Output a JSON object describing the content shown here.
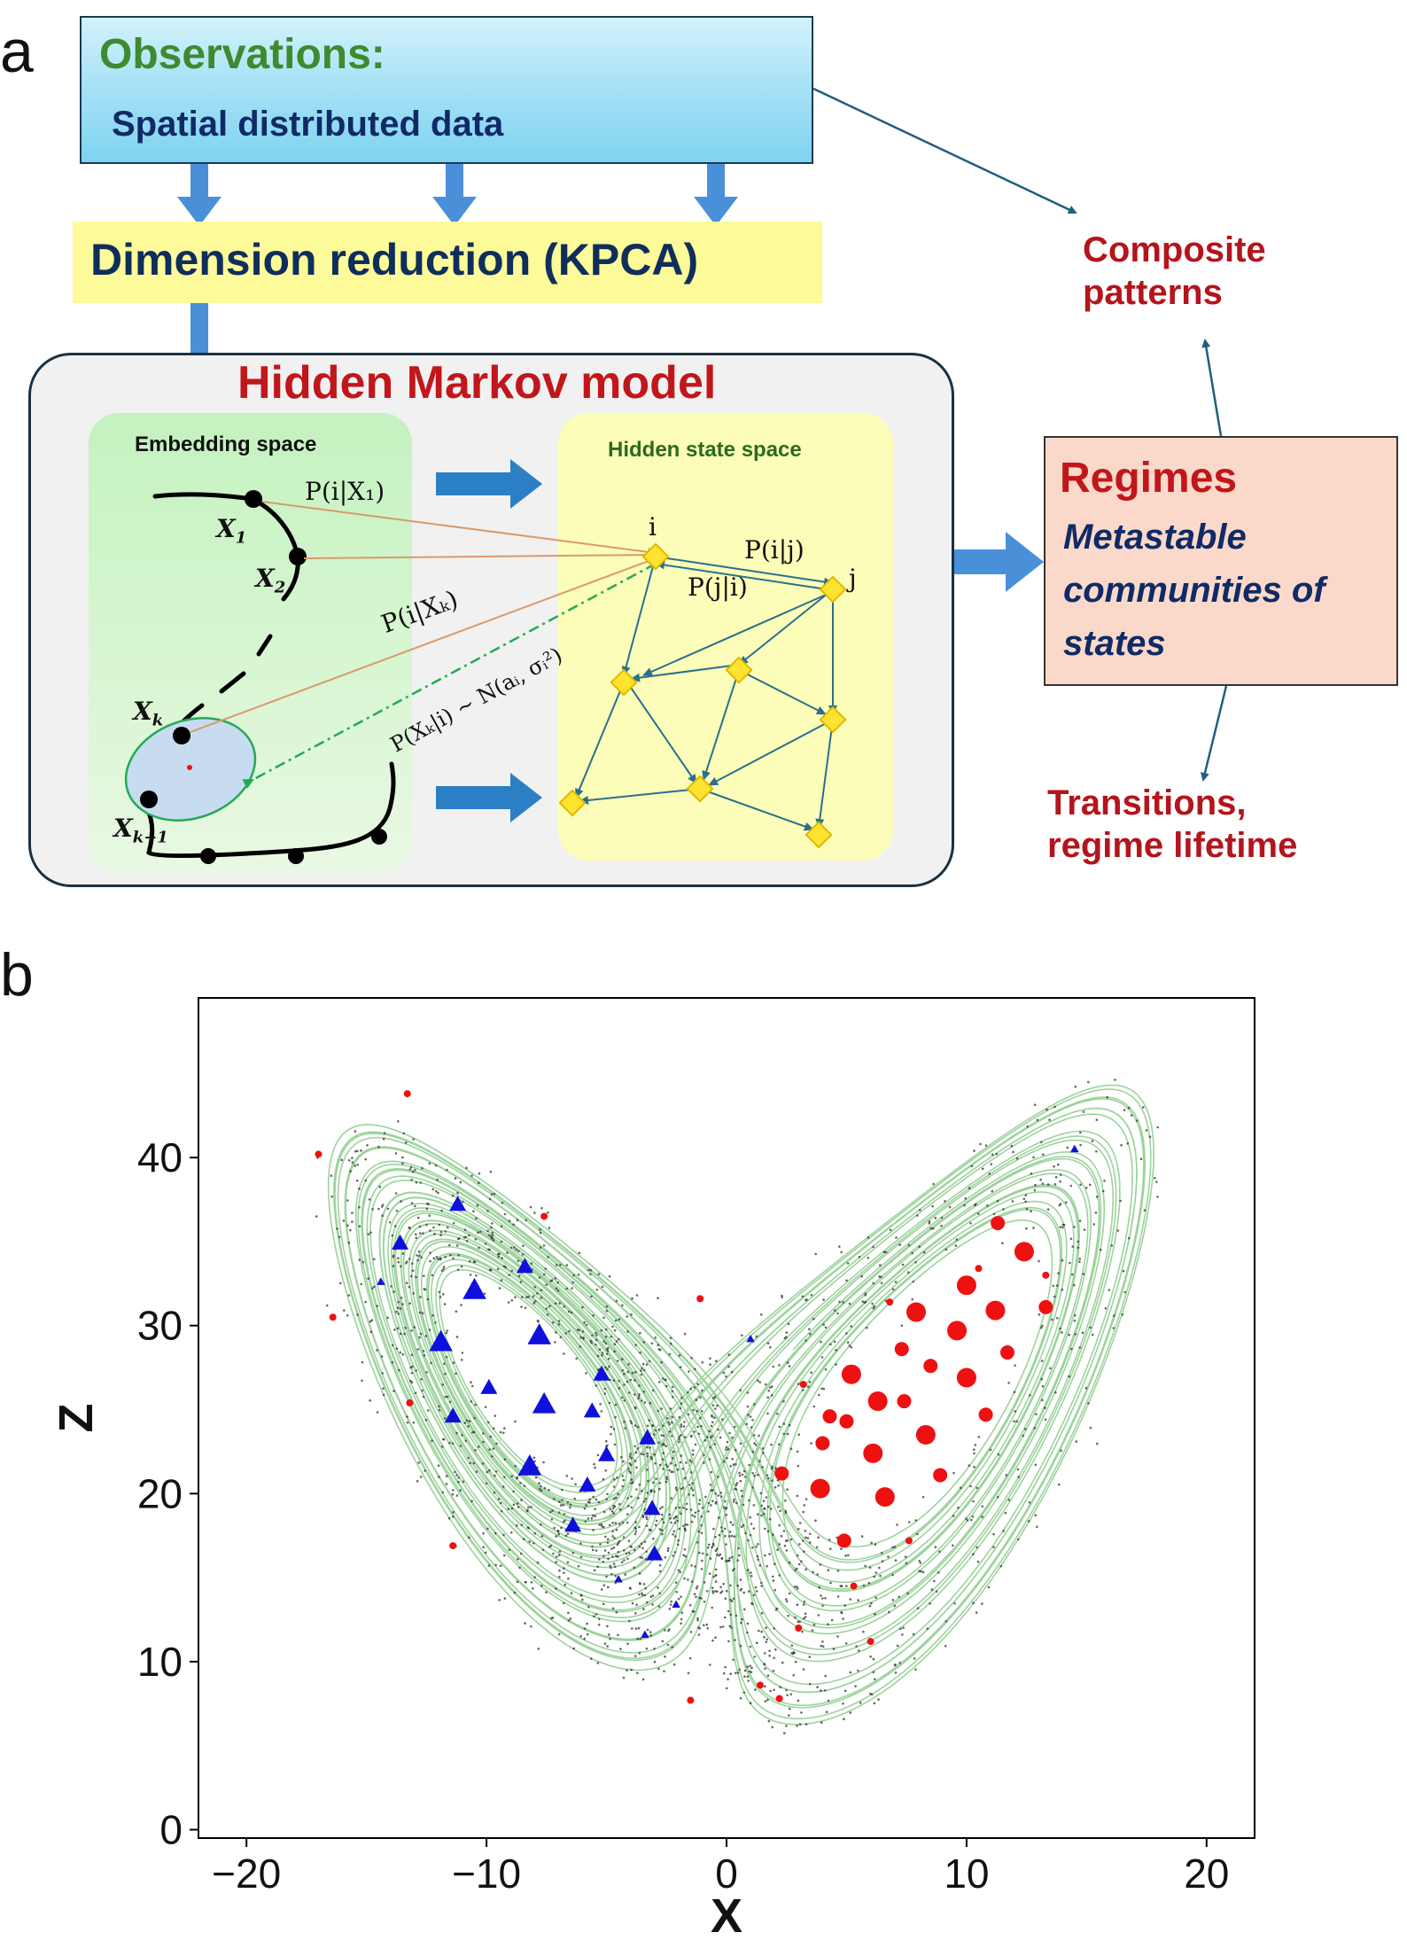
{
  "panel_a": {
    "letter": "a",
    "observations": {
      "title": "Observations:",
      "subtitle": "Spatial distributed data"
    },
    "dimension_reduction": "Dimension reduction (KPCA)",
    "hmm": {
      "title": "Hidden Markov model",
      "embedding_label": "Embedding space",
      "hidden_label": "Hidden state space",
      "x1": "X",
      "x1_sub": "1",
      "x2": "X",
      "x2_sub": "2",
      "xk": "X",
      "xk_sub": "k",
      "xk1": "X",
      "xk1_sub": "k+1",
      "p_i_x1": "P(i|X₁)",
      "p_i_xk": "P(i|Xₖ)",
      "p_xk_i": "P(Xₖ|i) ~ N(aᵢ, σᵢ²)",
      "node_i": "i",
      "node_j": "j",
      "p_i_j": "P(i|j)",
      "p_j_i": "P(j|i)"
    },
    "regimes": {
      "title": "Regimes",
      "lines": [
        "Metastable",
        "communities of",
        "states"
      ]
    },
    "composite": [
      "Composite",
      "patterns"
    ],
    "transitions": [
      "Transitions,",
      "regime lifetime"
    ],
    "colors": {
      "obs_title": "#3e8b2f",
      "navy": "#102a66",
      "red": "#c1161b",
      "arrow_blue": "#4a90d9"
    }
  },
  "panel_b": {
    "letter": "b",
    "chart_data": {
      "type": "scatter",
      "xlabel": "X",
      "ylabel": "Z",
      "xlim": [
        -22,
        22
      ],
      "ylim": [
        -0.5,
        49.5
      ],
      "xticks": [
        -20,
        -10,
        0,
        10,
        20
      ],
      "yticks": [
        0,
        10,
        20,
        30,
        40
      ],
      "x_tick_labels": [
        "−20",
        "−10",
        "0",
        "10",
        "20"
      ],
      "y_tick_labels": [
        "0",
        "10",
        "20",
        "30",
        "40"
      ],
      "grid": false,
      "series": [
        {
          "marker": "triangle",
          "color": "#1010dd",
          "points": [
            {
              "x": -11.2,
              "y": 37.2,
              "s": 1
            },
            {
              "x": -13.6,
              "y": 34.9,
              "s": 1
            },
            {
              "x": -8.4,
              "y": 33.5,
              "s": 1
            },
            {
              "x": -10.5,
              "y": 32.1,
              "s": 2
            },
            {
              "x": -7.8,
              "y": 29.4,
              "s": 2
            },
            {
              "x": -11.9,
              "y": 29.0,
              "s": 2
            },
            {
              "x": -9.9,
              "y": 26.3,
              "s": 1
            },
            {
              "x": -5.2,
              "y": 27.1,
              "s": 1
            },
            {
              "x": -7.6,
              "y": 25.3,
              "s": 2
            },
            {
              "x": -5.6,
              "y": 24.9,
              "s": 1
            },
            {
              "x": -11.4,
              "y": 24.6,
              "s": 1
            },
            {
              "x": -3.3,
              "y": 23.3,
              "s": 1
            },
            {
              "x": -5.0,
              "y": 22.3,
              "s": 1
            },
            {
              "x": -8.2,
              "y": 21.6,
              "s": 2
            },
            {
              "x": -5.8,
              "y": 20.5,
              "s": 1
            },
            {
              "x": -3.1,
              "y": 19.1,
              "s": 1
            },
            {
              "x": -6.4,
              "y": 18.1,
              "s": 1
            },
            {
              "x": -3.0,
              "y": 16.4,
              "s": 1
            },
            {
              "x": -4.5,
              "y": 14.9,
              "s": 0
            },
            {
              "x": 14.5,
              "y": 40.5,
              "s": 0
            },
            {
              "x": -14.4,
              "y": 32.6,
              "s": 0
            },
            {
              "x": -3.4,
              "y": 11.6,
              "s": 0
            },
            {
              "x": 1.0,
              "y": 29.2,
              "s": 0
            },
            {
              "x": -2.1,
              "y": 13.4,
              "s": 0
            }
          ]
        },
        {
          "marker": "circle",
          "color": "#ee1111",
          "points": [
            {
              "x": 12.4,
              "y": 34.4,
              "s": 2
            },
            {
              "x": 11.3,
              "y": 36.1,
              "s": 1
            },
            {
              "x": 10.0,
              "y": 32.4,
              "s": 2
            },
            {
              "x": 7.9,
              "y": 30.8,
              "s": 2
            },
            {
              "x": 11.2,
              "y": 30.9,
              "s": 2
            },
            {
              "x": 9.6,
              "y": 29.7,
              "s": 2
            },
            {
              "x": 13.3,
              "y": 31.1,
              "s": 1
            },
            {
              "x": 7.3,
              "y": 28.6,
              "s": 1
            },
            {
              "x": 11.7,
              "y": 28.4,
              "s": 1
            },
            {
              "x": 8.5,
              "y": 27.6,
              "s": 1
            },
            {
              "x": 5.2,
              "y": 27.1,
              "s": 2
            },
            {
              "x": 10.0,
              "y": 26.9,
              "s": 2
            },
            {
              "x": 6.3,
              "y": 25.5,
              "s": 2
            },
            {
              "x": 7.4,
              "y": 25.5,
              "s": 1
            },
            {
              "x": 10.8,
              "y": 24.7,
              "s": 1
            },
            {
              "x": 4.3,
              "y": 24.6,
              "s": 1
            },
            {
              "x": 5.0,
              "y": 24.3,
              "s": 1
            },
            {
              "x": 8.3,
              "y": 23.5,
              "s": 2
            },
            {
              "x": 4.0,
              "y": 23.0,
              "s": 1
            },
            {
              "x": 6.1,
              "y": 22.4,
              "s": 2
            },
            {
              "x": 2.3,
              "y": 21.2,
              "s": 1
            },
            {
              "x": 8.9,
              "y": 21.1,
              "s": 1
            },
            {
              "x": 3.9,
              "y": 20.3,
              "s": 2
            },
            {
              "x": 6.6,
              "y": 19.8,
              "s": 2
            },
            {
              "x": 4.9,
              "y": 17.2,
              "s": 1
            },
            {
              "x": 7.6,
              "y": 17.2,
              "s": 0
            },
            {
              "x": 5.3,
              "y": 14.5,
              "s": 0
            },
            {
              "x": -17.0,
              "y": 40.2,
              "s": 0
            },
            {
              "x": -13.3,
              "y": 43.8,
              "s": 0
            },
            {
              "x": -7.6,
              "y": 36.5,
              "s": 0
            },
            {
              "x": -16.4,
              "y": 30.5,
              "s": 0
            },
            {
              "x": -1.1,
              "y": 31.6,
              "s": 0
            },
            {
              "x": -13.2,
              "y": 25.4,
              "s": 0
            },
            {
              "x": -11.4,
              "y": 16.9,
              "s": 0
            },
            {
              "x": -1.5,
              "y": 7.7,
              "s": 0
            },
            {
              "x": 2.2,
              "y": 7.8,
              "s": 0
            },
            {
              "x": 3.0,
              "y": 12.0,
              "s": 0
            },
            {
              "x": 6.0,
              "y": 11.2,
              "s": 0
            },
            {
              "x": 13.3,
              "y": 33.0,
              "s": 0
            },
            {
              "x": 3.2,
              "y": 26.5,
              "s": 0
            },
            {
              "x": 1.4,
              "y": 8.6,
              "s": 0
            },
            {
              "x": 6.8,
              "y": 31.4,
              "s": 0
            },
            {
              "x": 10.5,
              "y": 33.4,
              "s": 0
            }
          ]
        }
      ]
    }
  }
}
